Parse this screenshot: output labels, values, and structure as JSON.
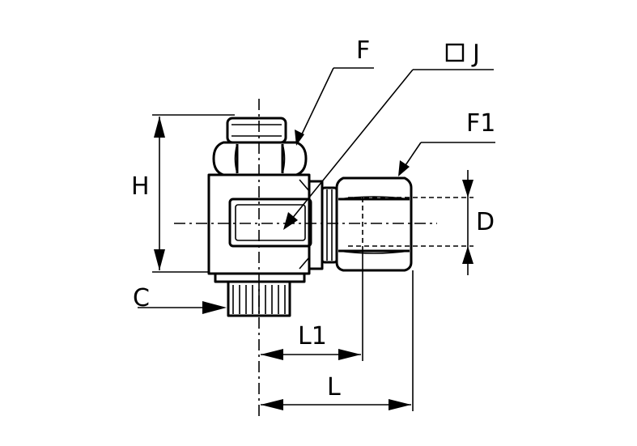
{
  "labels": {
    "F": "F",
    "J": "J",
    "F1": "F1",
    "H": "H",
    "C": "C",
    "D": "D",
    "L1": "L1",
    "L": "L"
  },
  "colors": {
    "line": "#000000",
    "background": "#ffffff"
  }
}
